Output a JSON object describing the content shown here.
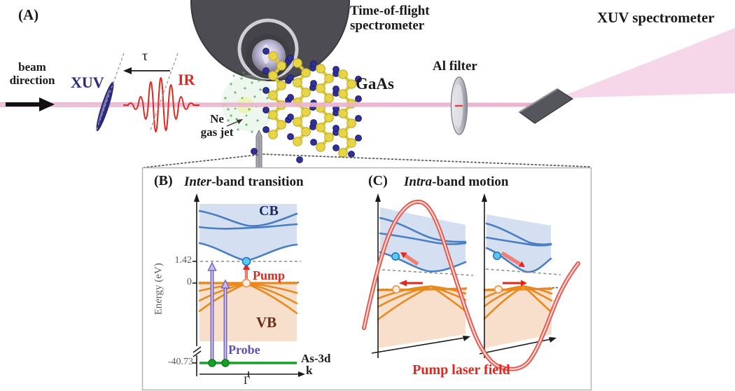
{
  "panel_a": {
    "label": "(A)",
    "beam_direction_label": "beam\ndirection",
    "xuv_label": "XUV",
    "tau_label": "τ",
    "ir_label": "IR",
    "tof_label": "Time-of-flight\nspectrometer",
    "gaas_label": "GaAs",
    "ne_jet_label": "Ne\ngas jet",
    "al_filter_label": "Al filter",
    "xuv_spectrometer_label": "XUV spectrometer"
  },
  "panel_b": {
    "label": "(B)",
    "title_italic": "Inter",
    "title_rest": "-band transition",
    "y_axis_label": "Energy (eV)",
    "tick_cb_min": "1.42",
    "tick_vb_top": "0",
    "tick_core_level": "-40.73",
    "cb_label": "CB",
    "vb_label": "VB",
    "pump_label": "Pump",
    "probe_label": "Probe",
    "core_level_label": "As-3d",
    "k_axis_label": "k",
    "gamma_label": "Γ"
  },
  "panel_c": {
    "label": "(C)",
    "title_italic": "Intra",
    "title_rest": "-band motion",
    "field_label": "Pump laser field"
  },
  "colors": {
    "accent_red": "#e02820",
    "xuv_navy": "#2a2a7c",
    "beam_pink": "#eab2d0",
    "fan_pink": "#f5d3e8",
    "cb_line_blue": "#4a7ec2",
    "cb_fill_blue": "#c9d8ef",
    "vb_line_orange": "#e8891f",
    "vb_fill_orange": "#f7dcc6",
    "probe_purple": "#5d4fb3",
    "core_green": "#17a227",
    "electron_cyan": "#5ac8f2",
    "crystal_yellow": "#e8d545",
    "crystal_blue": "#30309a",
    "jet_green": "#46a850"
  }
}
